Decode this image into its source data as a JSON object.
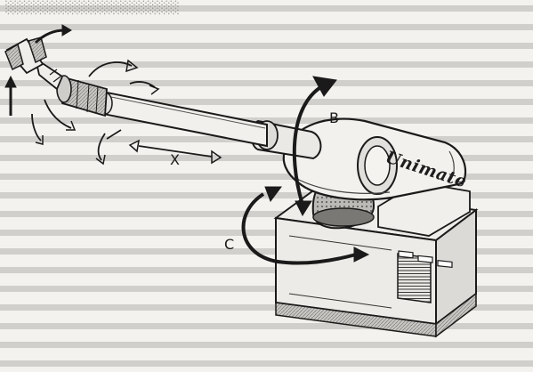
{
  "figure": {
    "brand_label": "Unimate",
    "motion_labels": {
      "x": "X",
      "b": "B",
      "c": "C"
    }
  },
  "colors": {
    "ink": "#1a1a1a",
    "paper": "#f4f2ee",
    "body_shade": "#d8d6d2",
    "grille": "#bdbbb7"
  }
}
